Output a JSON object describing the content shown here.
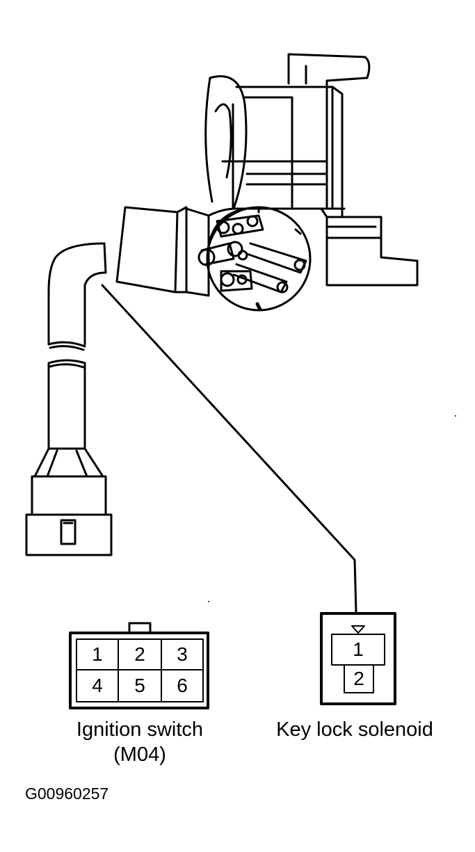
{
  "ignition_switch": {
    "label": "Ignition switch",
    "code": "(M04)",
    "pins": [
      "1",
      "2",
      "3",
      "4",
      "5",
      "6"
    ]
  },
  "key_lock_solenoid": {
    "label": "Key lock solenoid",
    "pins": [
      "1",
      "2"
    ]
  },
  "figure_id": "G00960257"
}
